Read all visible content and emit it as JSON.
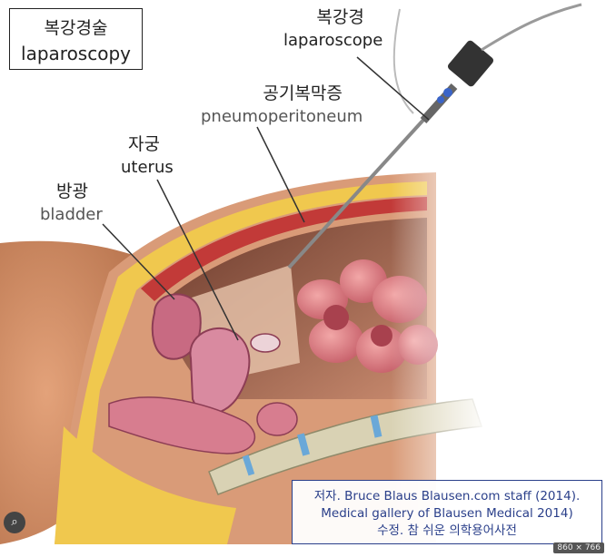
{
  "title": {
    "korean": "복강경술",
    "english": "laparoscopy"
  },
  "labels": {
    "laparoscope": {
      "korean": "복강경",
      "english": "laparoscope"
    },
    "pneumoperitoneum": {
      "korean": "공기복막증",
      "english": "pneumoperitoneum"
    },
    "uterus": {
      "korean": "자궁",
      "english": "uterus"
    },
    "bladder": {
      "korean": "방광",
      "english": "bladder"
    }
  },
  "credit": {
    "line1": "저자. Bruce Blaus Blausen.com staff (2014).",
    "line2": "Medical gallery of Blausen Medical 2014)",
    "line3": "수정. 참 쉬운 의학용어사전"
  },
  "image_size_badge": "860 × 766",
  "icons": {
    "lens_button": "lens-search-icon"
  },
  "colors": {
    "credit_text": "#2a3f8a",
    "label_text": "#222222"
  }
}
